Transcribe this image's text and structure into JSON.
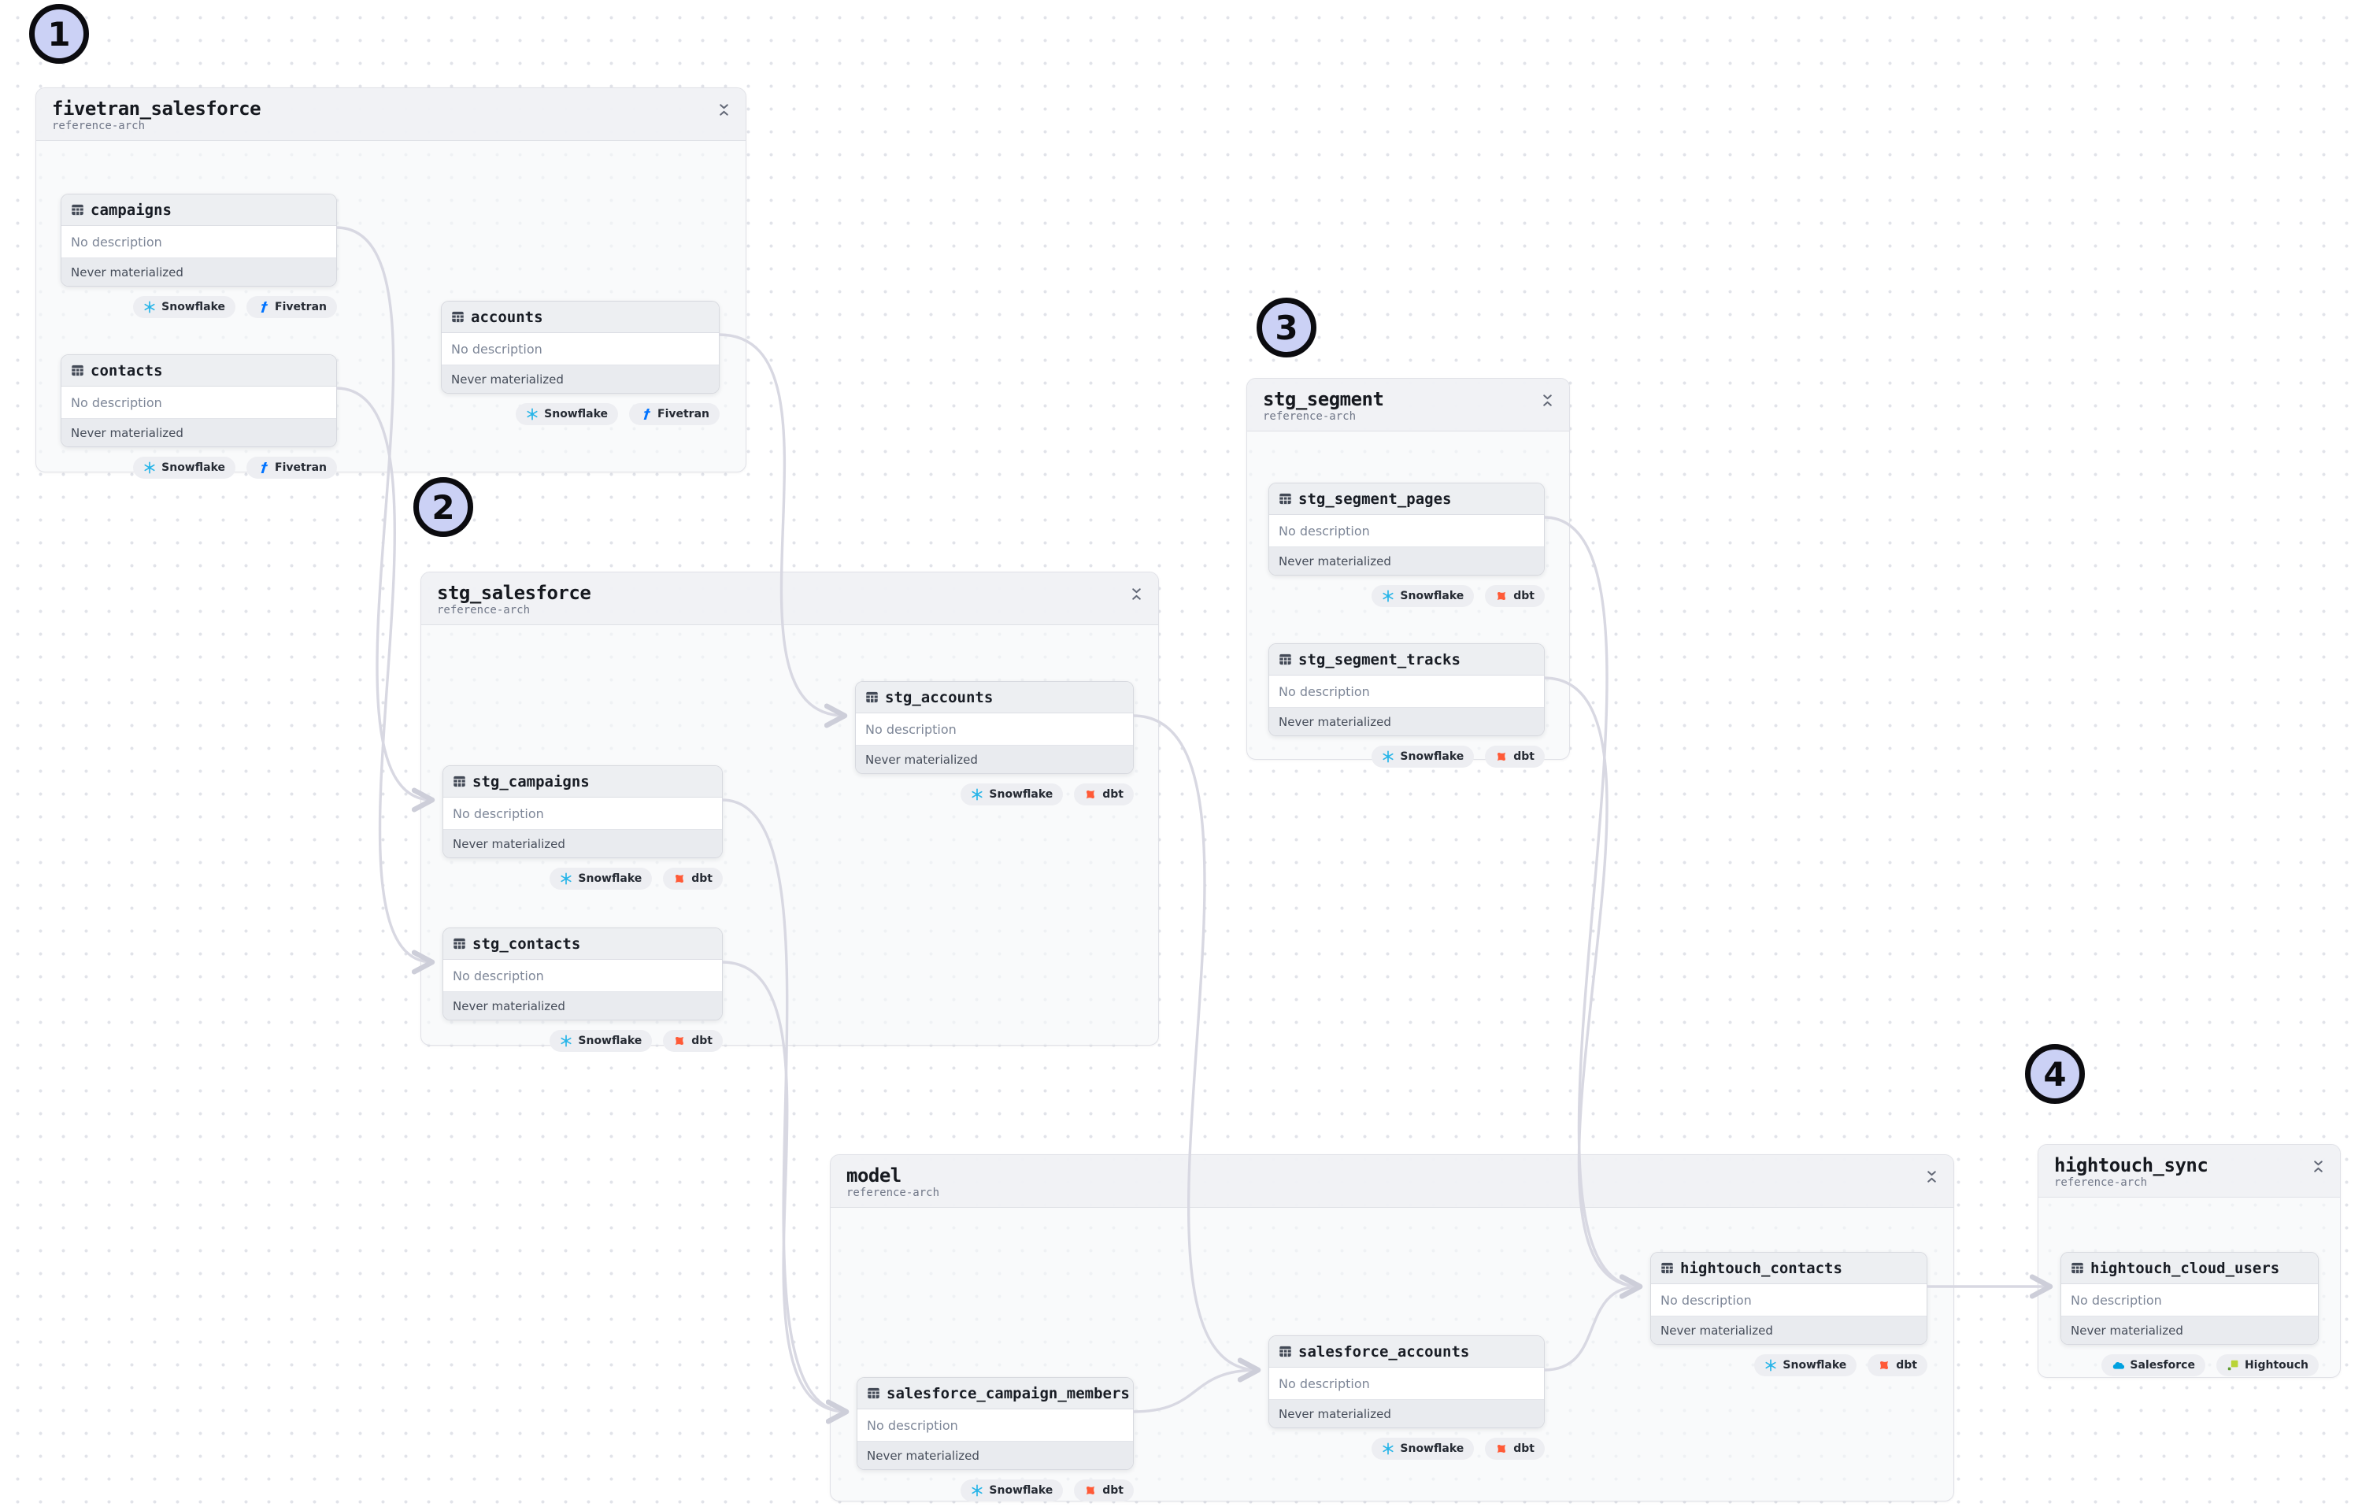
{
  "annotations": [
    {
      "label": "1"
    },
    {
      "label": "2"
    },
    {
      "label": "3"
    },
    {
      "label": "4"
    }
  ],
  "groups": [
    {
      "title": "fivetran_salesforce",
      "subtitle": "reference-arch",
      "nodes": [
        {
          "name": "campaigns",
          "description": "No description",
          "status": "Never materialized",
          "badges": [
            {
              "label": "Snowflake"
            },
            {
              "label": "Fivetran"
            }
          ]
        },
        {
          "name": "contacts",
          "description": "No description",
          "status": "Never materialized",
          "badges": [
            {
              "label": "Snowflake"
            },
            {
              "label": "Fivetran"
            }
          ]
        },
        {
          "name": "accounts",
          "description": "No description",
          "status": "Never materialized",
          "badges": [
            {
              "label": "Snowflake"
            },
            {
              "label": "Fivetran"
            }
          ]
        }
      ]
    },
    {
      "title": "stg_salesforce",
      "subtitle": "reference-arch",
      "nodes": [
        {
          "name": "stg_accounts",
          "description": "No description",
          "status": "Never materialized",
          "badges": [
            {
              "label": "Snowflake"
            },
            {
              "label": "dbt"
            }
          ]
        },
        {
          "name": "stg_campaigns",
          "description": "No description",
          "status": "Never materialized",
          "badges": [
            {
              "label": "Snowflake"
            },
            {
              "label": "dbt"
            }
          ]
        },
        {
          "name": "stg_contacts",
          "description": "No description",
          "status": "Never materialized",
          "badges": [
            {
              "label": "Snowflake"
            },
            {
              "label": "dbt"
            }
          ]
        }
      ]
    },
    {
      "title": "stg_segment",
      "subtitle": "reference-arch",
      "nodes": [
        {
          "name": "stg_segment_pages",
          "description": "No description",
          "status": "Never materialized",
          "badges": [
            {
              "label": "Snowflake"
            },
            {
              "label": "dbt"
            }
          ]
        },
        {
          "name": "stg_segment_tracks",
          "description": "No description",
          "status": "Never materialized",
          "badges": [
            {
              "label": "Snowflake"
            },
            {
              "label": "dbt"
            }
          ]
        }
      ]
    },
    {
      "title": "model",
      "subtitle": "reference-arch",
      "nodes": [
        {
          "name": "salesforce_campaign_members",
          "description": "No description",
          "status": "Never materialized",
          "badges": [
            {
              "label": "Snowflake"
            },
            {
              "label": "dbt"
            }
          ]
        },
        {
          "name": "salesforce_accounts",
          "description": "No description",
          "status": "Never materialized",
          "badges": [
            {
              "label": "Snowflake"
            },
            {
              "label": "dbt"
            }
          ]
        },
        {
          "name": "hightouch_contacts",
          "description": "No description",
          "status": "Never materialized",
          "badges": [
            {
              "label": "Snowflake"
            },
            {
              "label": "dbt"
            }
          ]
        }
      ]
    },
    {
      "title": "hightouch_sync",
      "subtitle": "reference-arch",
      "nodes": [
        {
          "name": "hightouch_cloud_users",
          "description": "No description",
          "status": "Never materialized",
          "badges": [
            {
              "label": "Salesforce"
            },
            {
              "label": "Hightouch"
            }
          ]
        }
      ]
    }
  ],
  "colors": {
    "snowflake": "#29b5e8",
    "fivetran": "#0073ff",
    "dbt": "#ff5a37",
    "salesforce": "#00a1e0",
    "hightouch": "#b9d436",
    "edge": "#d8d8e2",
    "annotation_fill": "#cbd1f5",
    "annotation_border": "#0b0b0f"
  }
}
